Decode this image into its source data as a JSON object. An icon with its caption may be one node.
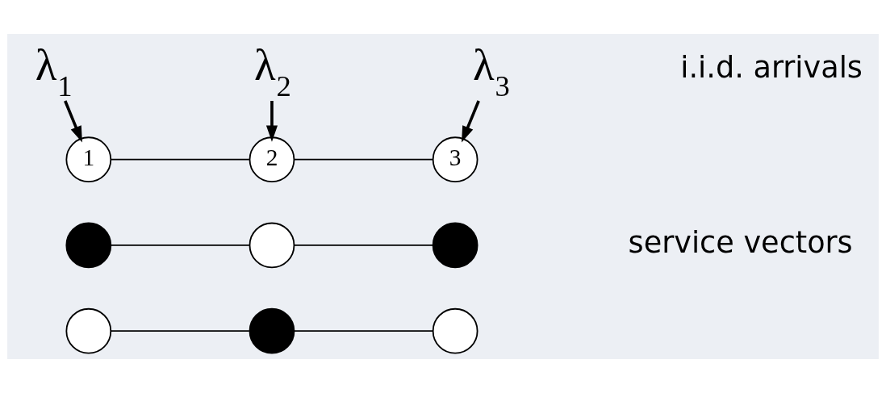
{
  "diagram": {
    "nodes": [
      {
        "text": [
          "λ$_{1}$"
        ]
      },
      {
        "text": [
          "λ$_{2}$"
        ]
      },
      {
        "text": [
          "λ$_{3}$"
        ]
      },
      {
        "text": [
          "1"
        ]
      },
      {
        "text": [
          "2"
        ]
      },
      {
        "text": [
          "3"
        ]
      },
      {
        "text": [],
        "shape": "dot"
      },
      {
        "text": [],
        "shape": "circle"
      },
      {
        "text": [],
        "shape": "dot"
      },
      {
        "text": [],
        "shape": "circle"
      },
      {
        "text": [],
        "shape": "dot"
      },
      {
        "text": [],
        "shape": "circle"
      }
    ],
    "edges": [
      {
        "from": 0,
        "to": 3,
        "arrow": "to",
        "style": "thick"
      },
      {
        "from": 1,
        "to": 4,
        "arrow": "to",
        "style": "thick"
      },
      {
        "from": 2,
        "to": 5,
        "arrow": "to",
        "style": "thick"
      },
      {
        "from": 3,
        "to": 4,
        "arrow": "none"
      },
      {
        "from": 4,
        "to": 5,
        "arrow": "none"
      },
      {
        "from": 6,
        "to": 7,
        "arrow": "none"
      },
      {
        "from": 7,
        "to": 8,
        "arrow": "none"
      },
      {
        "from": 9,
        "to": 10,
        "arrow": "none"
      },
      {
        "from": 10,
        "to": 11,
        "arrow": "none"
      }
    ],
    "labels": [
      "i.i.d. arrivals",
      "service vectors"
    ]
  }
}
